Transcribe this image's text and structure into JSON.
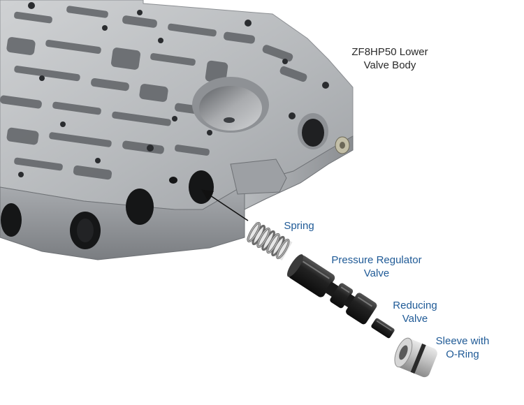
{
  "labels": {
    "title": [
      "ZF8HP50 Lower",
      "Valve Body"
    ],
    "spring": [
      "Spring"
    ],
    "pressure_regulator_valve": [
      "Pressure Regulator",
      "Valve"
    ],
    "reducing_valve": [
      "Reducing",
      "Valve"
    ],
    "sleeve": [
      "Sleeve with",
      "O-Ring"
    ]
  },
  "colors": {
    "label_blue": "#1f5a96",
    "label_dark": "#2a2a2a",
    "aluminum": "#b9bcbf",
    "aluminum_shadow": "#7d8084",
    "hole_dark": "#1b1b1b",
    "part_black": "#222222",
    "sleeve_metal": "#c9c9c9"
  }
}
